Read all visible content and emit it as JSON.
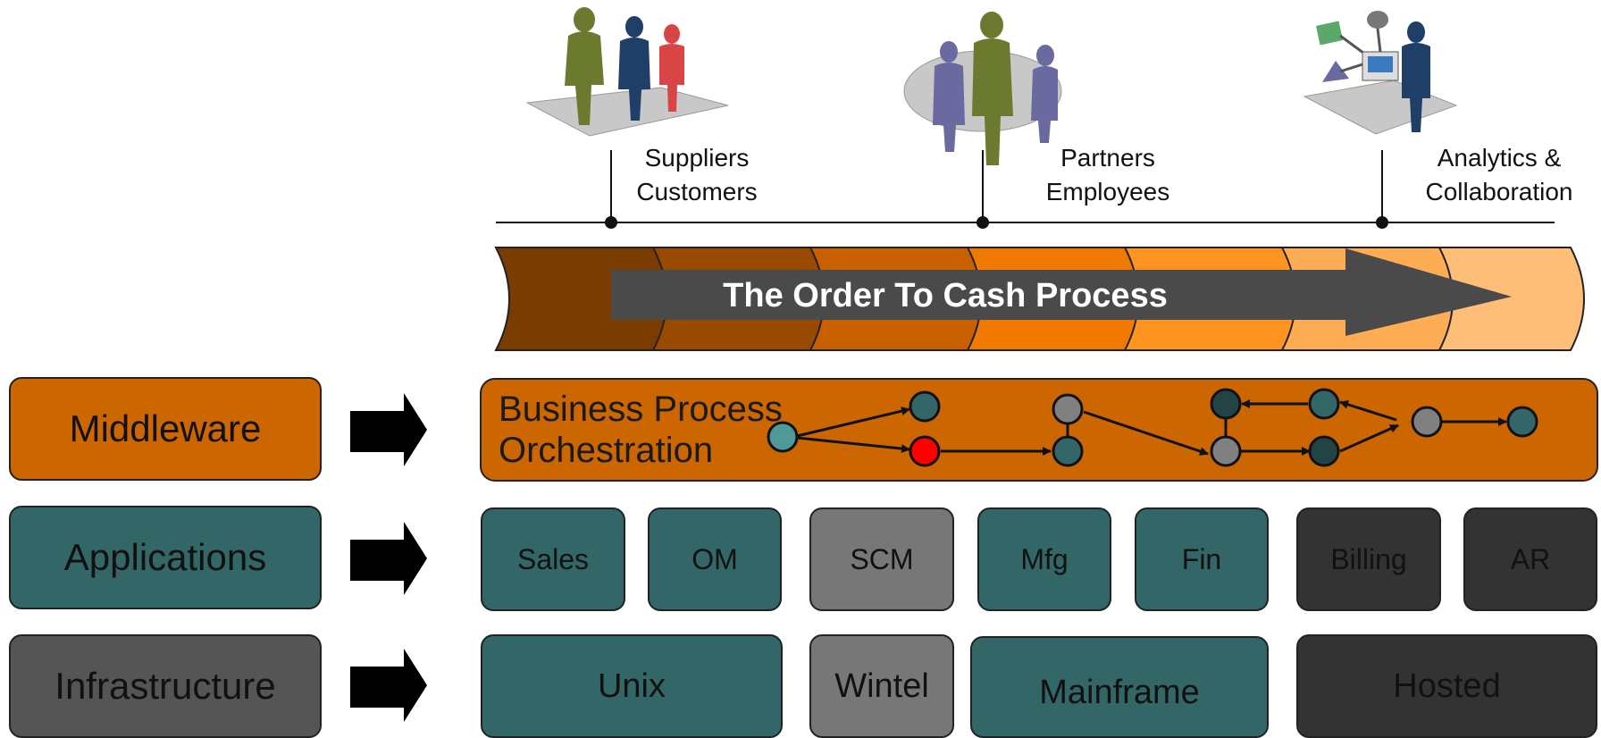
{
  "stakeholders": [
    {
      "line1": "Suppliers",
      "line2": "Customers"
    },
    {
      "line1": "Partners",
      "line2": "Employees"
    },
    {
      "line1": "Analytics &",
      "line2": "Collaboration"
    }
  ],
  "process": {
    "title": "The Order To Cash Process",
    "stage_colors": [
      "#7a3c00",
      "#9a4a00",
      "#c86000",
      "#f07a00",
      "#ff9420",
      "#ffad55",
      "#ffbe78"
    ]
  },
  "layers": {
    "middleware": "Middleware",
    "applications": "Applications",
    "infrastructure": "Infrastructure"
  },
  "middleware": {
    "title_line1": "Business Process",
    "title_line2": "Orchestration"
  },
  "applications": [
    "Sales",
    "OM",
    "SCM",
    "Mfg",
    "Fin",
    "Billing",
    "AR"
  ],
  "infrastructure": [
    "Unix",
    "Wintel",
    "Mainframe",
    "Hosted"
  ],
  "colors": {
    "teal": "#336666",
    "gray": "#777777",
    "dark": "#333333",
    "orange": "#cc6600",
    "infra_label": "#555555",
    "node_red": "#ff0000",
    "node_teal_light": "#4f9999"
  }
}
